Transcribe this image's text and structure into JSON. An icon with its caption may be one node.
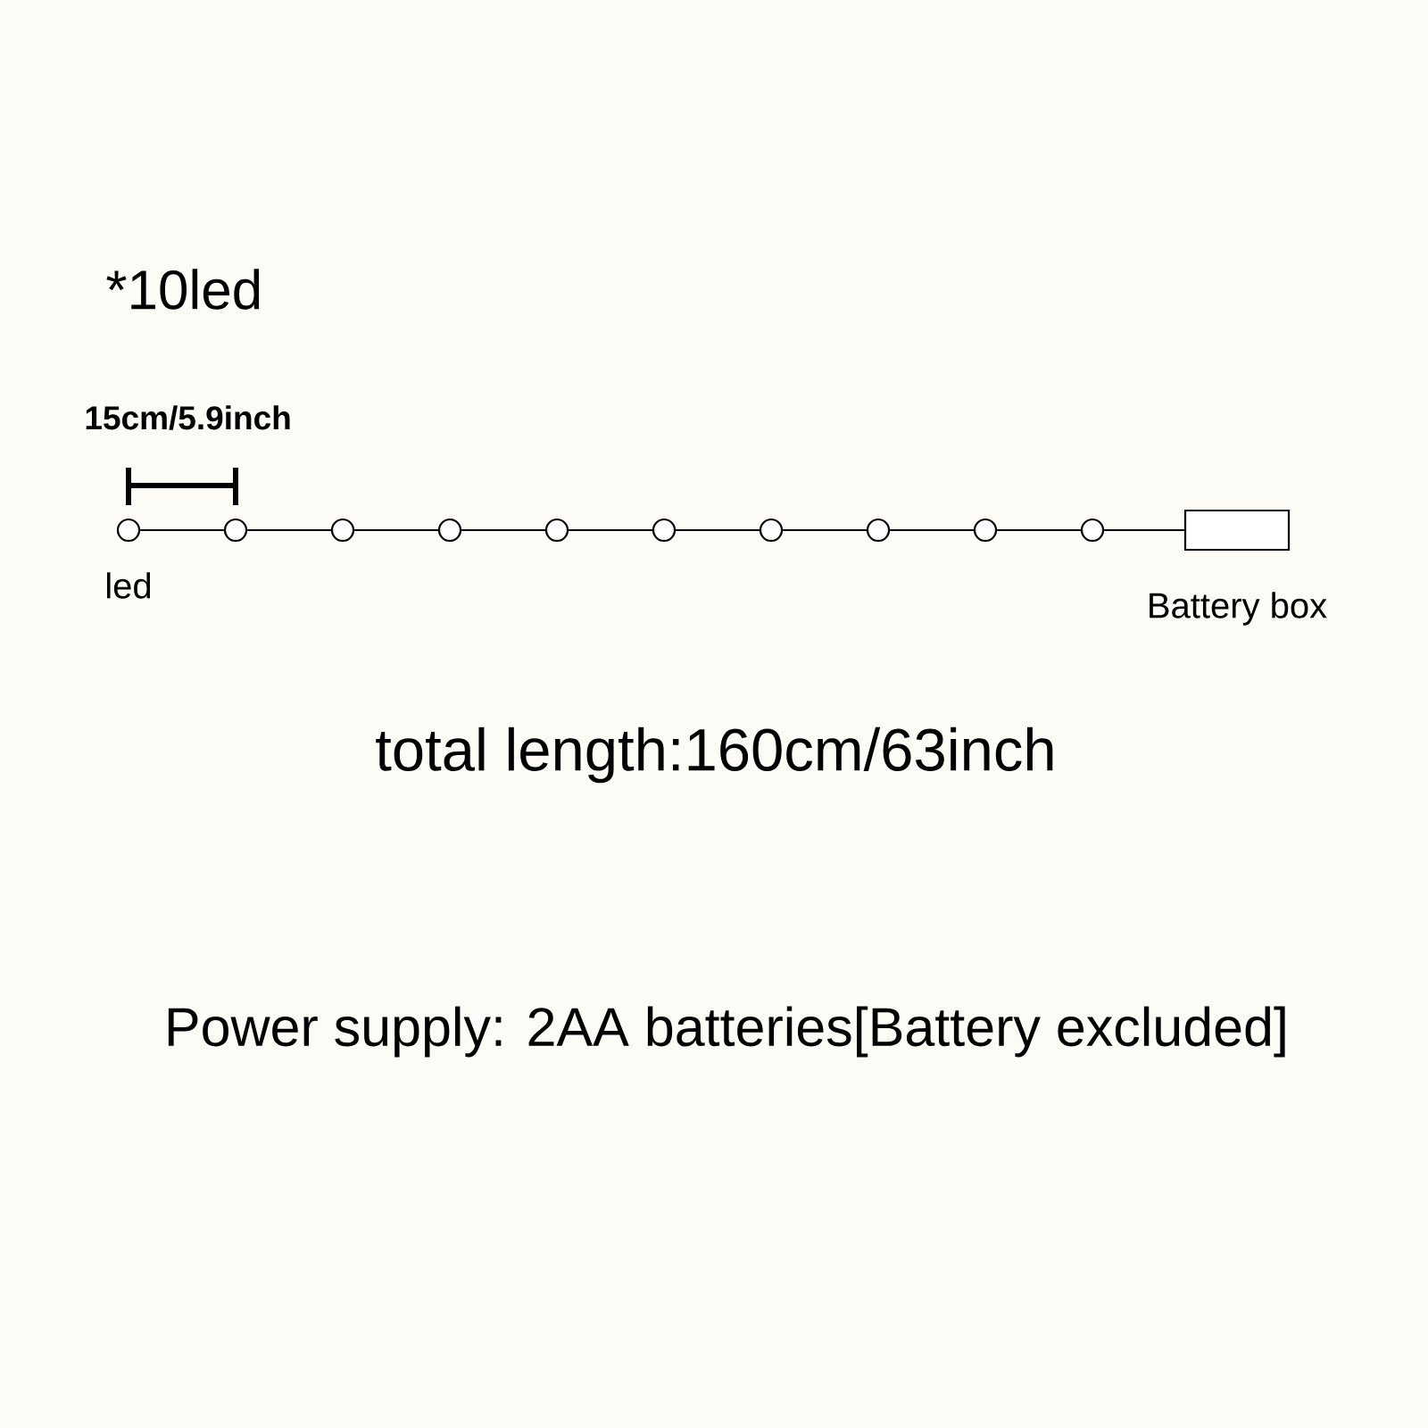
{
  "diagram": {
    "nodes": [
      {
        "text": [],
        "shape": "circle",
        "beside": [
          "led"
        ]
      },
      {
        "text": [],
        "shape": "circle"
      },
      {
        "text": [],
        "shape": "circle"
      },
      {
        "text": [],
        "shape": "circle"
      },
      {
        "text": [],
        "shape": "circle"
      },
      {
        "text": [],
        "shape": "circle"
      },
      {
        "text": [],
        "shape": "circle"
      },
      {
        "text": [],
        "shape": "circle"
      },
      {
        "text": [],
        "shape": "circle"
      },
      {
        "text": [],
        "shape": "circle"
      },
      {
        "text": [],
        "shape": "box",
        "beside": [
          "Battery box"
        ]
      }
    ],
    "edges": [
      {
        "from": 0,
        "to": 1,
        "arrow": "none"
      },
      {
        "from": 1,
        "to": 2,
        "arrow": "none"
      },
      {
        "from": 2,
        "to": 3,
        "arrow": "none"
      },
      {
        "from": 3,
        "to": 4,
        "arrow": "none"
      },
      {
        "from": 4,
        "to": 5,
        "arrow": "none"
      },
      {
        "from": 5,
        "to": 6,
        "arrow": "none"
      },
      {
        "from": 6,
        "to": 7,
        "arrow": "none"
      },
      {
        "from": 7,
        "to": 8,
        "arrow": "none"
      },
      {
        "from": 8,
        "to": 9,
        "arrow": "none"
      },
      {
        "from": 9,
        "to": 10,
        "arrow": "none"
      }
    ],
    "labels": [
      "*10led",
      "15cm/5.9inch",
      "total length:160cm/63inch",
      "Power supply: 2AA batteries[Battery excluded]"
    ]
  }
}
